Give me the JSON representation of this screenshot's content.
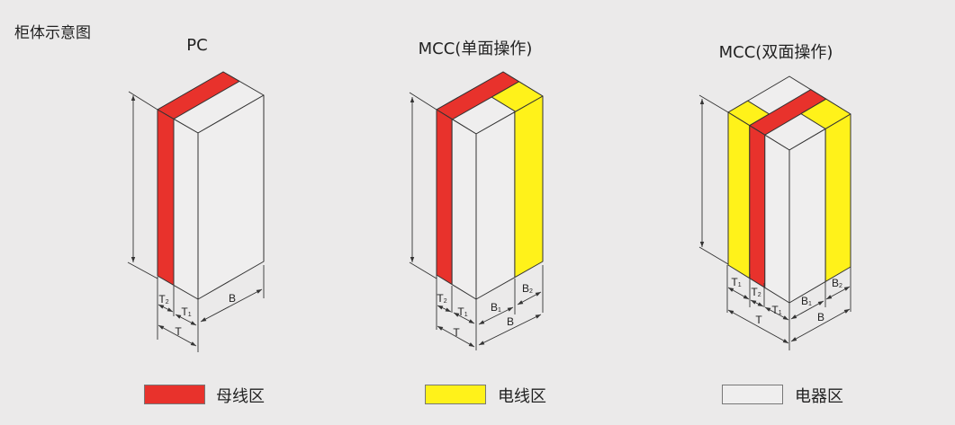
{
  "page_title": "柜体示意图",
  "colors": {
    "busbar": "#e8322c",
    "cable": "#fff21a",
    "device": "#efeeee",
    "line": "#333333"
  },
  "diagrams": [
    {
      "title": "PC",
      "dims": [
        {
          "base": "T",
          "sub": "2"
        },
        {
          "base": "T",
          "sub": "1"
        },
        {
          "base": "T",
          "sub": ""
        },
        {
          "base": "B",
          "sub": ""
        }
      ]
    },
    {
      "title": "MCC(单面操作)",
      "dims": [
        {
          "base": "T",
          "sub": "2"
        },
        {
          "base": "T",
          "sub": "1"
        },
        {
          "base": "T",
          "sub": ""
        },
        {
          "base": "B",
          "sub": "1"
        },
        {
          "base": "B",
          "sub": "2"
        },
        {
          "base": "B",
          "sub": ""
        }
      ]
    },
    {
      "title": "MCC(双面操作)",
      "dims": [
        {
          "base": "T",
          "sub": "1"
        },
        {
          "base": "T",
          "sub": "2"
        },
        {
          "base": "T",
          "sub": "1"
        },
        {
          "base": "T",
          "sub": ""
        },
        {
          "base": "B",
          "sub": "1"
        },
        {
          "base": "B",
          "sub": "2"
        },
        {
          "base": "B",
          "sub": ""
        }
      ]
    }
  ],
  "legend": [
    {
      "label": "母线区",
      "color": "#e8322c"
    },
    {
      "label": "电线区",
      "color": "#fff21a"
    },
    {
      "label": "电器区",
      "color": "#efeeee"
    }
  ]
}
